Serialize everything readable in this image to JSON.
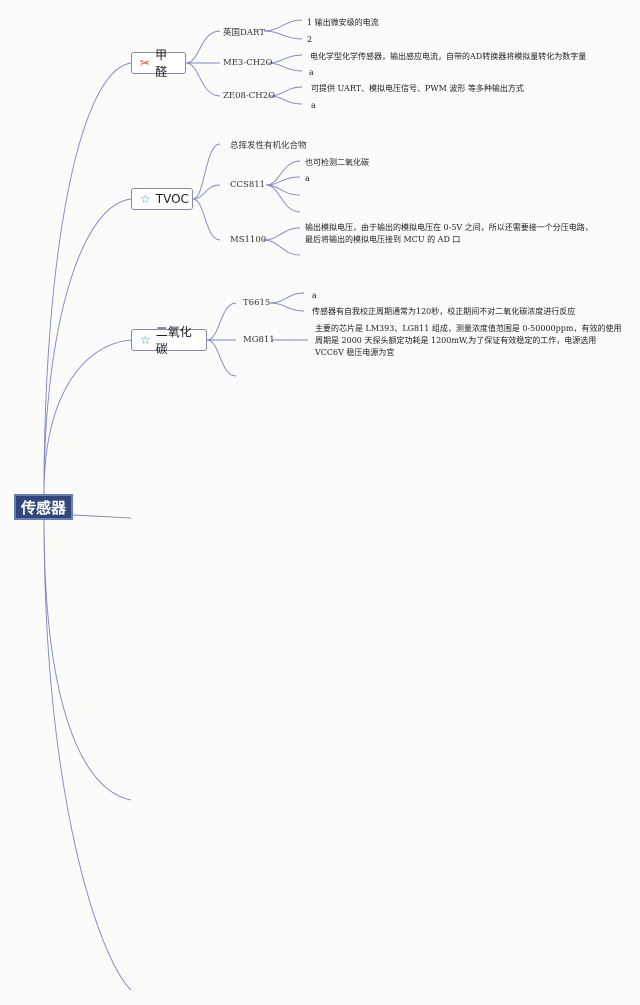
{
  "root": {
    "label": "传感器"
  },
  "topics": {
    "formaldehyde": {
      "label": "甲醛",
      "icon": "tool-icon",
      "icon_color": "#d24b4b"
    },
    "tvoc": {
      "label": "TVOC",
      "icon": "star-icon",
      "icon_color": "#2aa7c9"
    },
    "co2": {
      "label": "二氧化碳",
      "icon": "star-icon",
      "icon_color": "#2aa7c9"
    }
  },
  "sensors": {
    "dart": {
      "label": "英国DART",
      "notes": [
        "1 输出微安级的电流",
        "2"
      ]
    },
    "me3": {
      "label": "ME3-CH2O",
      "notes": [
        "电化学型化学传感器，输出感应电流，自带的AD转换器将模拟量转化为数字量",
        "a"
      ]
    },
    "ze08": {
      "label": "ZE08-CH2O",
      "notes": [
        "可提供 UART、模拟电压信号、PWM 波形 等多种输出方式",
        "a"
      ]
    },
    "tvoc_note": {
      "label": "总挥发性有机化合物"
    },
    "ccs811": {
      "label": "CCS811",
      "notes": [
        "也可检测二氧化碳",
        "a"
      ]
    },
    "ms1100": {
      "label": "MS1100",
      "notes": [
        "输出模拟电压，由于输出的模拟电压在 0-5V 之间，所以还需要接一个分压电路，",
        "最后将输出的模拟电压接到 MCU 的 AD 口"
      ]
    },
    "t6615": {
      "label": "T6615",
      "notes": [
        "a",
        "传感器有自我校正周期通常为120秒，校正期间不对二氧化碳浓度进行反应"
      ]
    },
    "mg811": {
      "label": "MG811",
      "notes": [
        "主要的芯片是 LM393、LG811 组成，测量浓度值范围是 0-50000ppm，有效的使用",
        "周期是 2000 天探头额定功耗是 1200mW,为了保证有效稳定的工作，电源选用",
        "VCC6V 稳压电源为宜"
      ]
    }
  },
  "colors": {
    "link": "#7d86c2",
    "root_bg": "#31477c"
  }
}
